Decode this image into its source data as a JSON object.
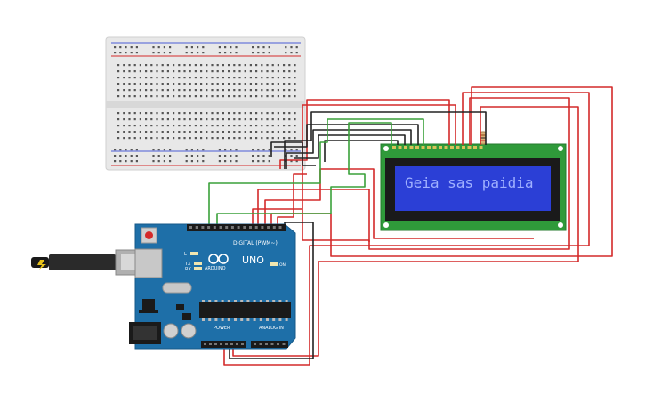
{
  "lcd": {
    "text": "Geia sas paidia"
  },
  "arduino": {
    "uno_label": "UNO",
    "brand_label": "ARDUINO",
    "digital_label": "DIGITAL (PWM~)",
    "power_label": "POWER",
    "analog_label": "ANALOG IN",
    "on_label": "ON",
    "led_l": "L",
    "led_tx": "TX",
    "led_rx": "RX"
  },
  "colors": {
    "wire_red": "#d42a2a",
    "wire_black": "#222222",
    "wire_green": "#3aa13a",
    "board": "#1e6fa8",
    "lcd_pcb": "#2f9a3a",
    "lcd_screen": "#2b3fd6",
    "lcd_text": "#9fb0ff"
  }
}
